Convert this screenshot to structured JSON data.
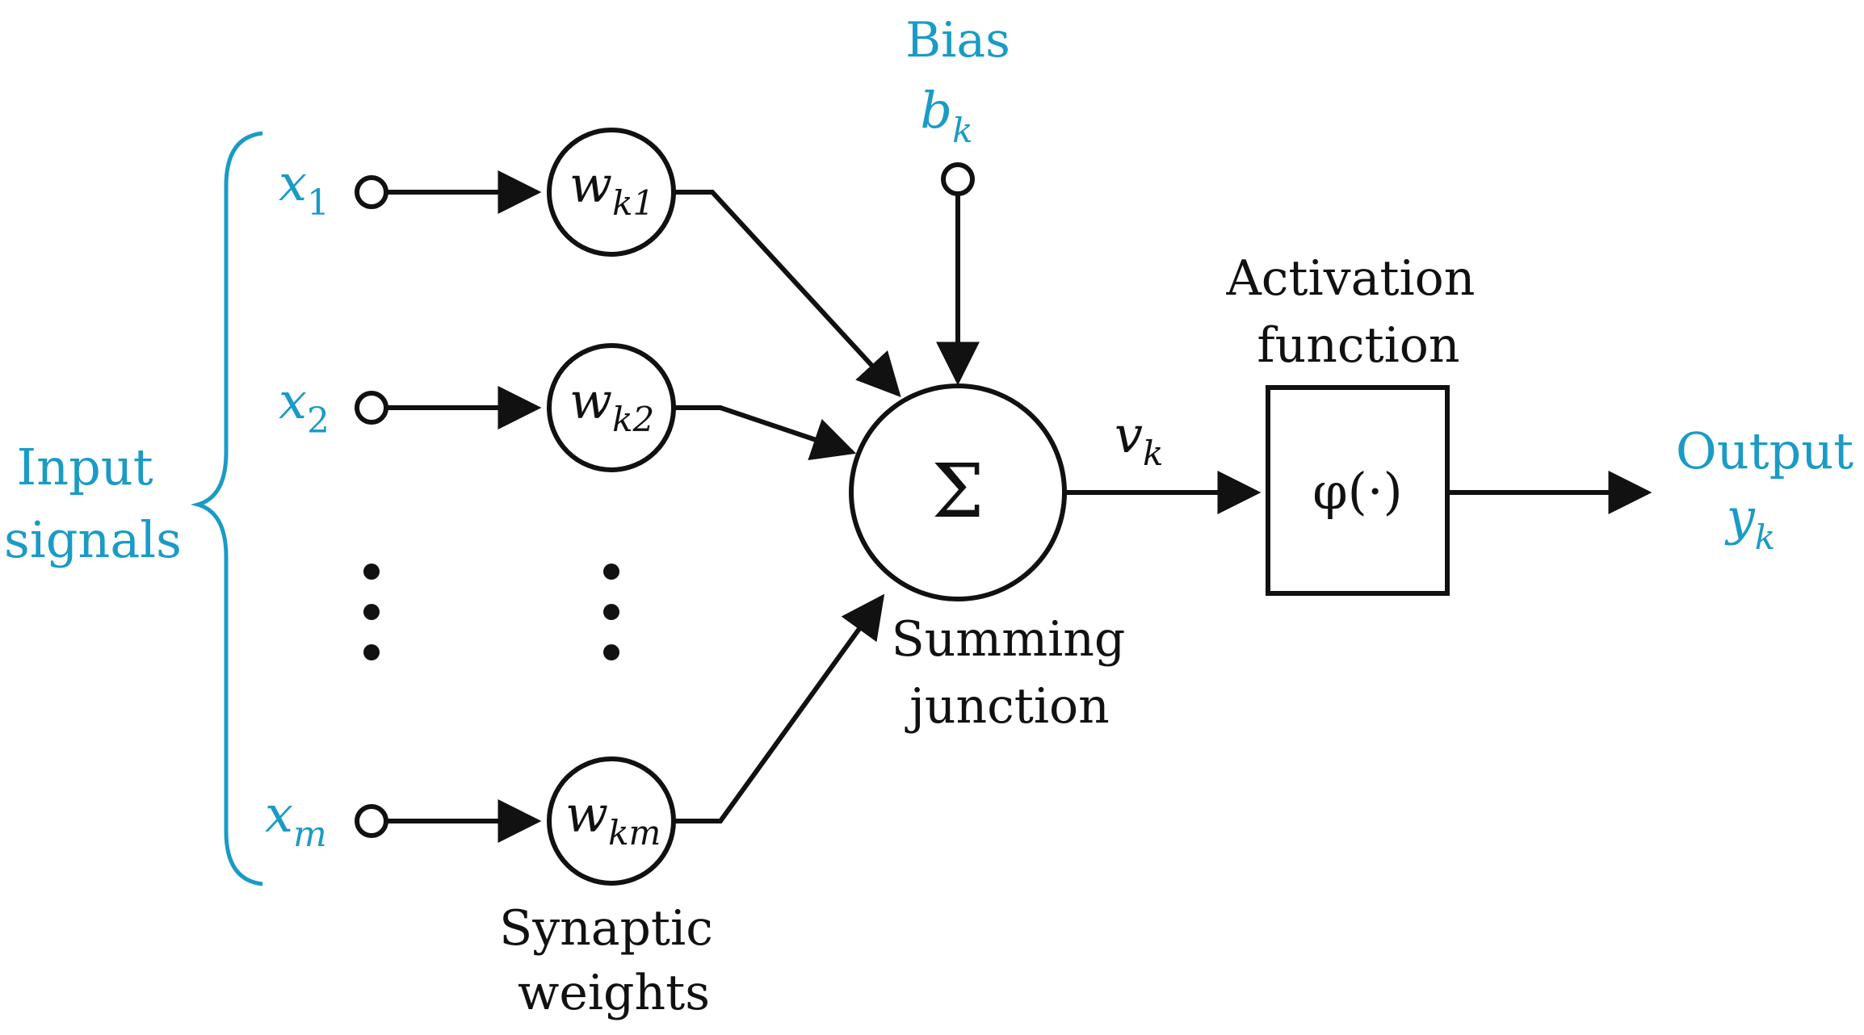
{
  "labels": {
    "bias_title": "Bias",
    "bias_symbol_base": "b",
    "bias_symbol_sub": "k",
    "input_signals_line1": "Input",
    "input_signals_line2": "signals",
    "x1_base": "x",
    "x1_sub": "1",
    "x2_base": "x",
    "x2_sub": "2",
    "xm_base": "x",
    "xm_sub": "m",
    "w1_base": "w",
    "w1_sub": "k1",
    "w2_base": "w",
    "w2_sub": "k2",
    "wm_base": "w",
    "wm_sub": "km",
    "sum_symbol": "Σ",
    "summing_line1": "Summing",
    "summing_line2": "junction",
    "vk_base": "v",
    "vk_sub": "k",
    "activation_line1": "Activation",
    "activation_line2": "function",
    "phi": "φ(·)",
    "output_title": "Output",
    "output_symbol_base": "y",
    "output_symbol_sub": "k",
    "synaptic_line1": "Synaptic",
    "synaptic_line2": "weights"
  },
  "colors": {
    "accent": "#1a9bc6",
    "ink": "#111111"
  }
}
